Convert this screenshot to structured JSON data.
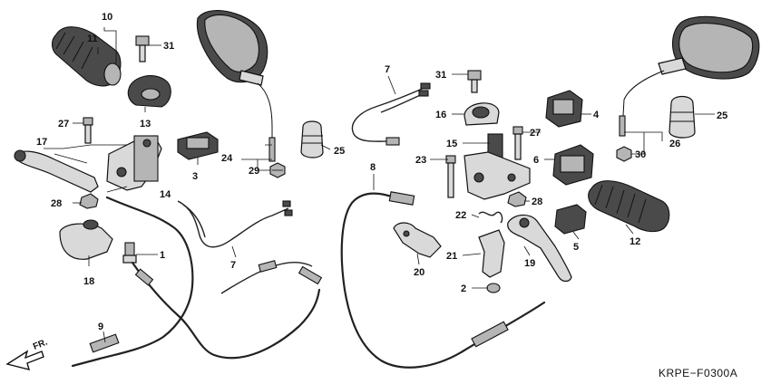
{
  "diagram": {
    "code": "KRPE−F0300A",
    "direction_label": "FR.",
    "callouts": {
      "c1": "1",
      "c2": "2",
      "c3": "3",
      "c4": "4",
      "c5": "5",
      "c6": "6",
      "c7a": "7",
      "c7b": "7",
      "c8": "8",
      "c9": "9",
      "c10": "10",
      "c11": "11",
      "c12": "12",
      "c13": "13",
      "c14": "14",
      "c15": "15",
      "c16": "16",
      "c17": "17",
      "c18": "18",
      "c19": "19",
      "c20": "20",
      "c21": "21",
      "c22": "22",
      "c23": "23",
      "c24": "24",
      "c25a": "25",
      "c25b": "25",
      "c26": "26",
      "c27a": "27",
      "c27b": "27",
      "c28a": "28",
      "c28b": "28",
      "c29": "29",
      "c30": "30",
      "c31a": "31",
      "c31b": "31"
    }
  }
}
